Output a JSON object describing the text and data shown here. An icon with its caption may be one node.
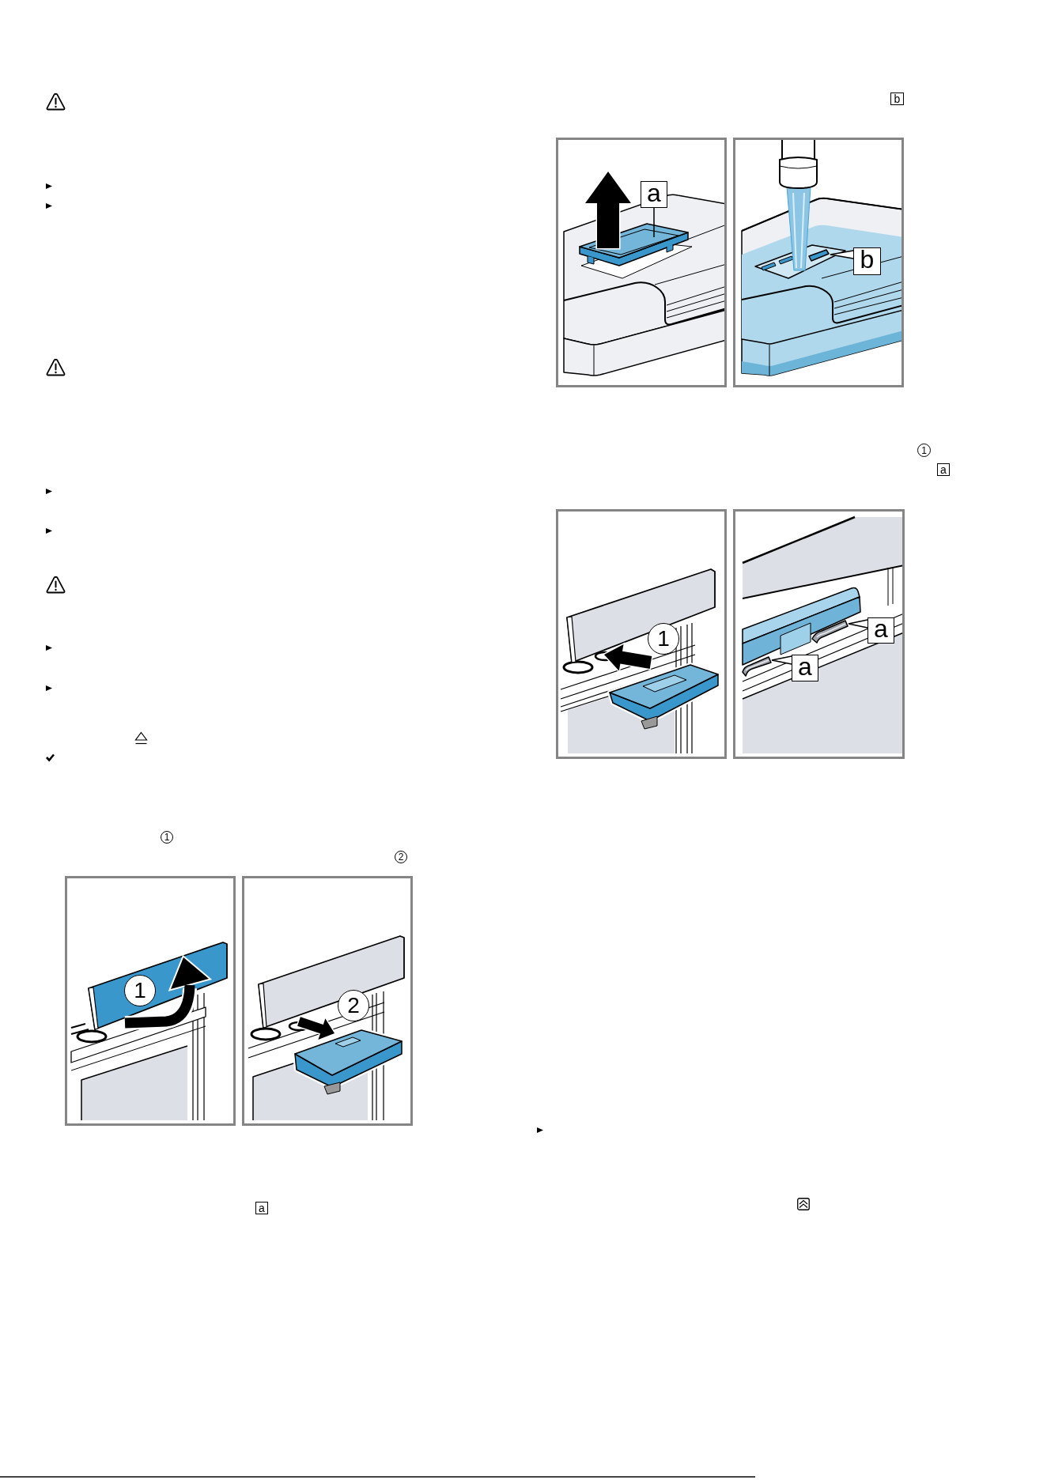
{
  "diagram": {
    "nodes": [
      {
        "text": [
          "1"
        ]
      },
      {
        "text": [
          "2"
        ]
      },
      {
        "text": [],
        "shape": "picture"
      },
      {
        "text": [
          "1"
        ],
        "in": 2
      },
      {
        "text": [],
        "shape": "picture"
      },
      {
        "text": [
          "2"
        ],
        "in": 4
      },
      {
        "text": [
          "a"
        ]
      },
      {
        "text": [
          "b"
        ]
      },
      {
        "text": [],
        "shape": "picture"
      },
      {
        "text": [
          "a"
        ],
        "in": 8
      },
      {
        "text": [],
        "shape": "picture"
      },
      {
        "text": [
          "b"
        ],
        "in": 10
      },
      {
        "text": [],
        "shape": "picture",
        "in": 10
      },
      {
        "text": [
          "1"
        ]
      },
      {
        "text": [
          "a"
        ]
      },
      {
        "text": [],
        "shape": "picture"
      },
      {
        "text": [
          "1"
        ],
        "in": 15
      },
      {
        "text": [],
        "shape": "picture"
      },
      {
        "text": [
          "a"
        ],
        "in": 17
      },
      {
        "text": [],
        "shape": "picture",
        "in": 17
      },
      {
        "text": [
          "a"
        ],
        "in": 17
      },
      {
        "text": [],
        "shape": "picture",
        "in": 17
      }
    ],
    "edges": [
      {
        "from": 9,
        "to": null,
        "arrow": "none"
      },
      {
        "from": 11,
        "to": 12,
        "arrow": "none"
      },
      {
        "from": 18,
        "to": 19,
        "arrow": "none"
      },
      {
        "from": 20,
        "to": 21,
        "arrow": "none"
      }
    ]
  }
}
